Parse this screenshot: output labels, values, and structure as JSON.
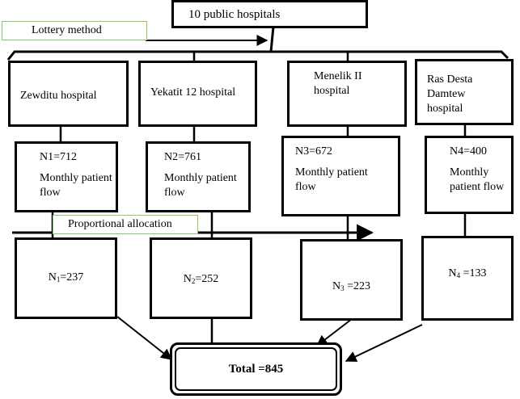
{
  "header": {
    "title": "10 public hospitals"
  },
  "labels": {
    "lottery": "Lottery method",
    "proportional": "Proportional allocation"
  },
  "hospitals": [
    {
      "name": "Zewditu hospital",
      "population": "N1=712",
      "flow": "Monthly patient flow",
      "sample_symbol": "N",
      "sample_sub": "1",
      "sample_value": "=237"
    },
    {
      "name": "Yekatit 12 hospital",
      "population": "N2=761",
      "flow": "Monthly patient flow",
      "sample_symbol": "N",
      "sample_sub": "2",
      "sample_value": "=252"
    },
    {
      "name": "Menelik II hospital",
      "population": "N3=672",
      "flow": "Monthly patient flow",
      "sample_symbol": "N",
      "sample_sub": "3",
      "sample_value": " =223"
    },
    {
      "name": "Ras Desta Damtew hospital",
      "population": "N4=400",
      "flow": "Monthly patient flow",
      "sample_symbol": "N",
      "sample_sub": "4",
      "sample_value": " =133"
    }
  ],
  "total": {
    "label": "Total =845"
  }
}
